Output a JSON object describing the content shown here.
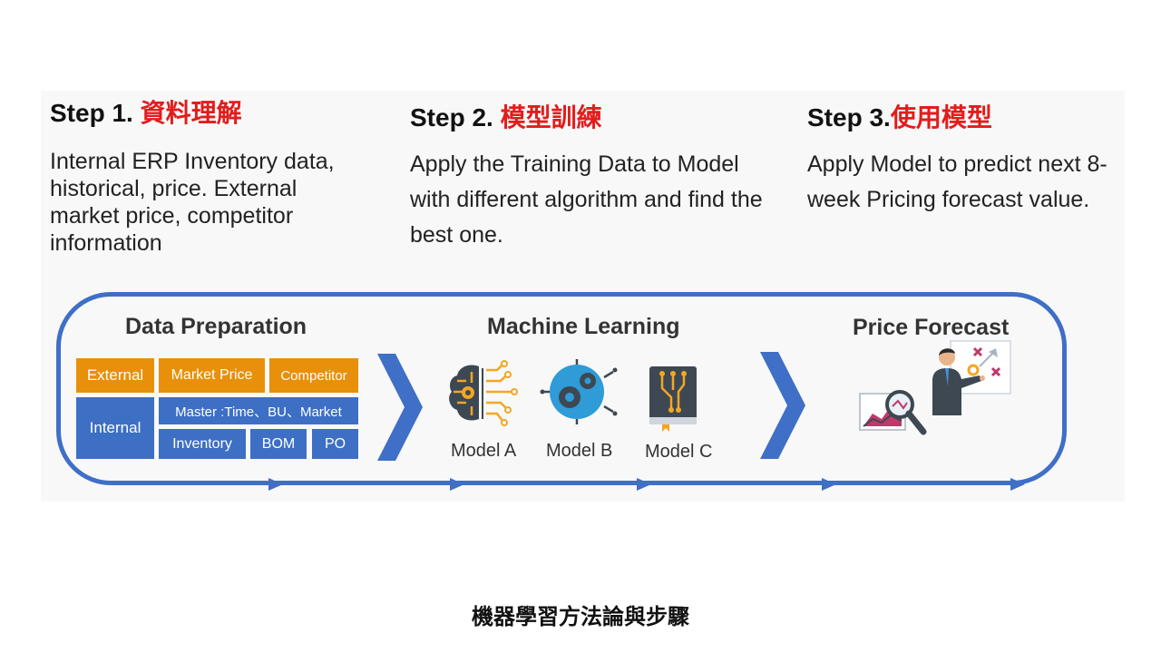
{
  "steps": [
    {
      "label": "Step 1. ",
      "zh": "資料理解",
      "desc": "Internal ERP Inventory data, historical, price. External market price, competitor information"
    },
    {
      "label": "Step 2. ",
      "zh": "模型訓練",
      "desc": "Apply the Training Data to Model with different algorithm and find the best one."
    },
    {
      "label": "Step 3.",
      "zh": "使用模型",
      "desc": "Apply Model to predict next 8-week Pricing forecast value."
    }
  ],
  "sections": {
    "data_preparation": "Data Preparation",
    "machine_learning": "Machine Learning",
    "price_forecast": "Price Forecast"
  },
  "data_boxes": {
    "external": "External",
    "market_price": "Market Price",
    "competitor": "Competitor",
    "internal": "Internal",
    "master": "Master :Time、BU、Market",
    "inventory": "Inventory",
    "bom": "BOM",
    "po": "PO"
  },
  "models": [
    "Model A",
    "Model B",
    "Model C"
  ],
  "caption": "機器學習方法論與步驟",
  "colors": {
    "accent_blue": "#3f6fc6",
    "orange": "#e8900a",
    "zh_red": "#e31c1c",
    "icon_dark": "#3d4852"
  },
  "icons": [
    "brain-circuit-icon",
    "gear-circuit-icon",
    "book-circuit-icon",
    "chart-magnifier-icon",
    "presenter-icon"
  ]
}
